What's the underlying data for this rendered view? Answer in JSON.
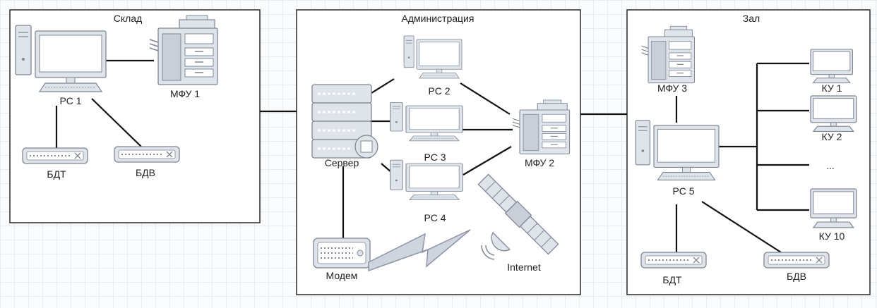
{
  "zones": {
    "warehouse": "Склад",
    "admin": "Администрация",
    "hall": "Зал"
  },
  "nodes": {
    "pc1": "РС 1",
    "mfu1": "МФУ 1",
    "bdt_left": "БДТ",
    "bdv_left": "БДВ",
    "server": "Сервер",
    "pc2": "РС 2",
    "pc3": "РС 3",
    "pc4": "РС 4",
    "mfu2": "МФУ 2",
    "modem": "Модем",
    "internet": "Internet",
    "mfu3": "МФУ 3",
    "pc5": "РС 5",
    "ku1": "КУ 1",
    "ku2": "КУ 2",
    "ellipsis": "...",
    "ku10": "КУ 10",
    "bdt_right": "БДТ",
    "bdv_right": "БДВ"
  },
  "colors": {
    "device_fill": "#dfe3ea",
    "device_stroke": "#7f8795",
    "screen": "#ffffff",
    "link": "#111111",
    "lightning": "#8b94a8"
  },
  "icons": {
    "workstation": "desktop-computer-icon",
    "printer": "mfp-printer-icon",
    "switch": "network-device-icon",
    "server": "server-rack-icon",
    "satellite": "satellite-icon"
  }
}
